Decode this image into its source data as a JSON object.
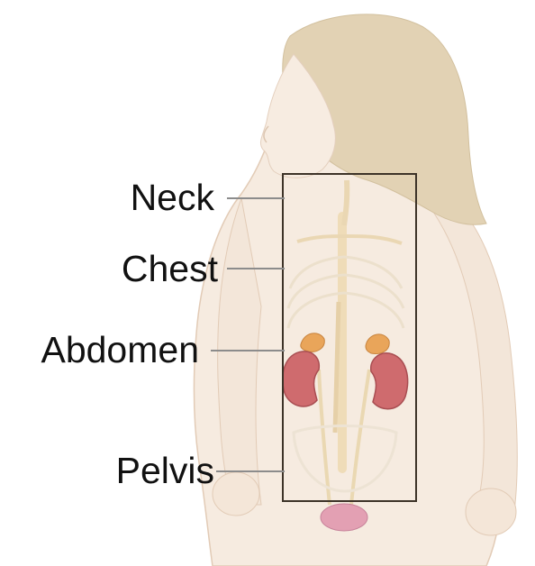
{
  "labels": {
    "neck": "Neck",
    "chest": "Chest",
    "abdomen": "Abdomen",
    "pelvis": "Pelvis"
  },
  "colors": {
    "skin": "#f6ebe0",
    "hair": "#e2d2b4",
    "kidney": "#cf6b6e",
    "adrenal": "#e9a55a",
    "bladder": "#e3a0b3",
    "box_outline": "#3d3328",
    "leader_line": "#8c8c8c"
  }
}
